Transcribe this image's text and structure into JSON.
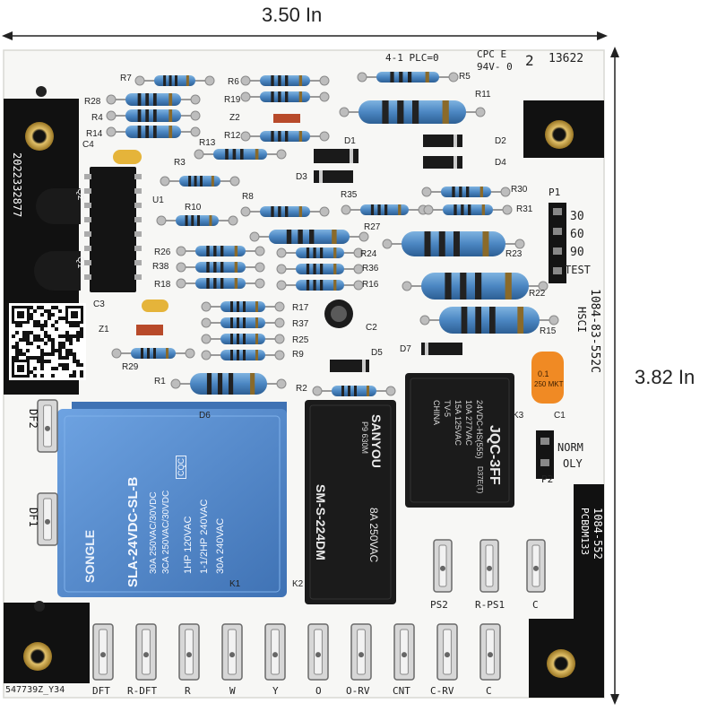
{
  "dimensions": {
    "width_label": "3.50 In",
    "height_label": "3.82 In"
  },
  "board": {
    "header": {
      "code_a": "4-1 PLC=0",
      "code_b": "CPC E",
      "code_c": "94V- 0",
      "code_d": "2",
      "code_e": "13622"
    },
    "serial_vertical": "2022332877",
    "model_vertical_a": "1084-83-552C",
    "model_vertical_b": "HSCI",
    "part_vertical_a": "1084-552",
    "part_vertical_b": "PCBDM133",
    "bottom_code": "547739Z_Y34",
    "p1": {
      "label": "P1",
      "options": [
        "30",
        "60",
        "90",
        "TEST"
      ]
    },
    "p2": {
      "label": "P2",
      "opt_a": "NORM",
      "opt_b": "OLY"
    },
    "df_labels": [
      "DF2",
      "DF1"
    ],
    "component_labels": {
      "r7": "R7",
      "r28": "R28",
      "r4": "R4",
      "r14": "R14",
      "r6": "R6",
      "r19": "R19",
      "z2": "Z2",
      "r12": "R12",
      "r5": "R5",
      "r11": "R11",
      "c4": "C4",
      "r13": "R13",
      "r3": "R3",
      "d1": "D1",
      "d2": "D2",
      "d3": "D3",
      "d4": "D4",
      "q2": "Q2",
      "u1": "U1",
      "r8": "R8",
      "r35": "R35",
      "r30": "R30",
      "r31": "R31",
      "r10": "R10",
      "r27": "R27",
      "r26": "R26",
      "r38": "R38",
      "r18": "R18",
      "r24": "R24",
      "r36": "R36",
      "r16": "R16",
      "r23": "R23",
      "r22": "R22",
      "q1": "Q1",
      "c3": "C3",
      "r17": "R17",
      "r37": "R37",
      "r25": "R25",
      "r9": "R9",
      "c2": "C2",
      "z1": "Z1",
      "r29": "R29",
      "r15": "R15",
      "d7": "D7",
      "d5": "D5",
      "r1": "R1",
      "r2": "R2",
      "d6": "D6",
      "k3": "K3",
      "c1": "C1",
      "k1": "K1",
      "k2": "K2"
    },
    "relay_k1": {
      "brand": "SONGLE",
      "model": "SLA-24VDC-SL-B",
      "rating_a": "30A 250VAC/30VDC",
      "rating_b": "3CA 250VAC/30VDC",
      "hp_a": "1HP 120VAC",
      "hp_b": "1-1/2HP 240VAC",
      "hp_c": "30A 240VAC",
      "cert": "CQC"
    },
    "relay_k2": {
      "brand": "SANYOU",
      "model": "SM-S-224DM",
      "rating": "8A 250VAC",
      "sub": "P9 630M"
    },
    "relay_k3": {
      "model": "JQC-3FF",
      "line_a": "24VDC-HS(555)",
      "line_b": "10A 277VAC",
      "line_c": "15A 125VAC",
      "line_d": "TV-5",
      "line_e": "CHINA",
      "line_f": "D37E(T)"
    },
    "cap_c1": {
      "line_a": "0.1",
      "line_b": "250 MKT"
    },
    "terminals_bottom": [
      "DFT",
      "R-DFT",
      "R",
      "W",
      "Y",
      "O",
      "O-RV",
      "CNT",
      "C-RV",
      "C"
    ],
    "terminals_right": [
      "PS2",
      "R-PS1",
      "C"
    ]
  },
  "colors": {
    "board": "#f7f7f5",
    "black_pad": "#111111",
    "resistor_blue": "#4b86c2",
    "relay_blue": "#5a8fd0",
    "relay_black": "#1b1b1b",
    "brass": "#c9a24b",
    "cap_orange": "#f08a24"
  }
}
